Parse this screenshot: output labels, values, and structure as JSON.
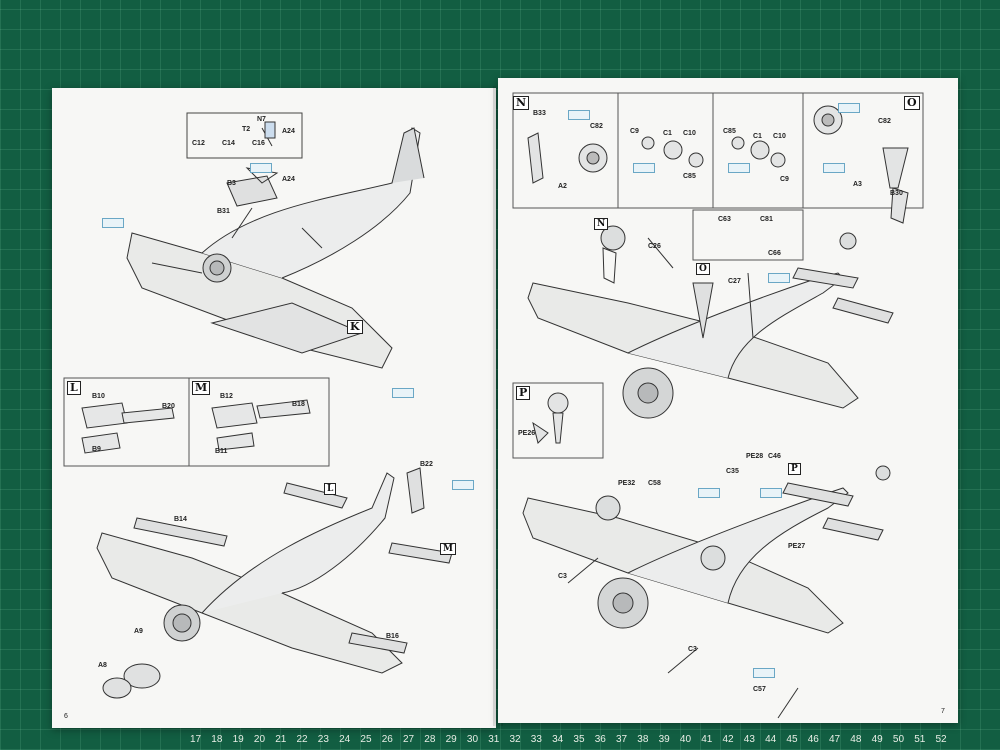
{
  "ruler": [
    "17",
    "18",
    "19",
    "20",
    "21",
    "22",
    "23",
    "24",
    "25",
    "26",
    "27",
    "28",
    "29",
    "30",
    "31",
    "32",
    "33",
    "34",
    "35",
    "36",
    "37",
    "38",
    "39",
    "40",
    "41",
    "42",
    "43",
    "44",
    "45",
    "46",
    "47",
    "48",
    "49",
    "50",
    "51",
    "52"
  ],
  "left_page": {
    "page_number": "6",
    "section_tags": [
      "K",
      "L",
      "M"
    ],
    "inset_labels": [
      "N7",
      "T2",
      "A24",
      "C12",
      "C14",
      "C16"
    ],
    "part_labels": [
      "A24",
      "B3",
      "B31",
      "B10",
      "B20",
      "B9",
      "B12",
      "B18",
      "B11",
      "B22",
      "B14",
      "A9",
      "A8",
      "B16"
    ],
    "ref_markers": [
      "L",
      "M"
    ]
  },
  "right_page": {
    "page_number": "7",
    "section_tags": [
      "N",
      "O",
      "P"
    ],
    "part_labels": [
      "B33",
      "C82",
      "A2",
      "C9",
      "C1",
      "C10",
      "C85",
      "C85",
      "C1",
      "C10",
      "C9",
      "C82",
      "A3",
      "B30",
      "C63",
      "C81",
      "C26",
      "C66",
      "C27",
      "PE26",
      "PE28",
      "C46",
      "PE32",
      "C58",
      "C35",
      "PE27",
      "C3",
      "C3",
      "C57"
    ],
    "ref_markers": [
      "N",
      "O",
      "P"
    ]
  }
}
